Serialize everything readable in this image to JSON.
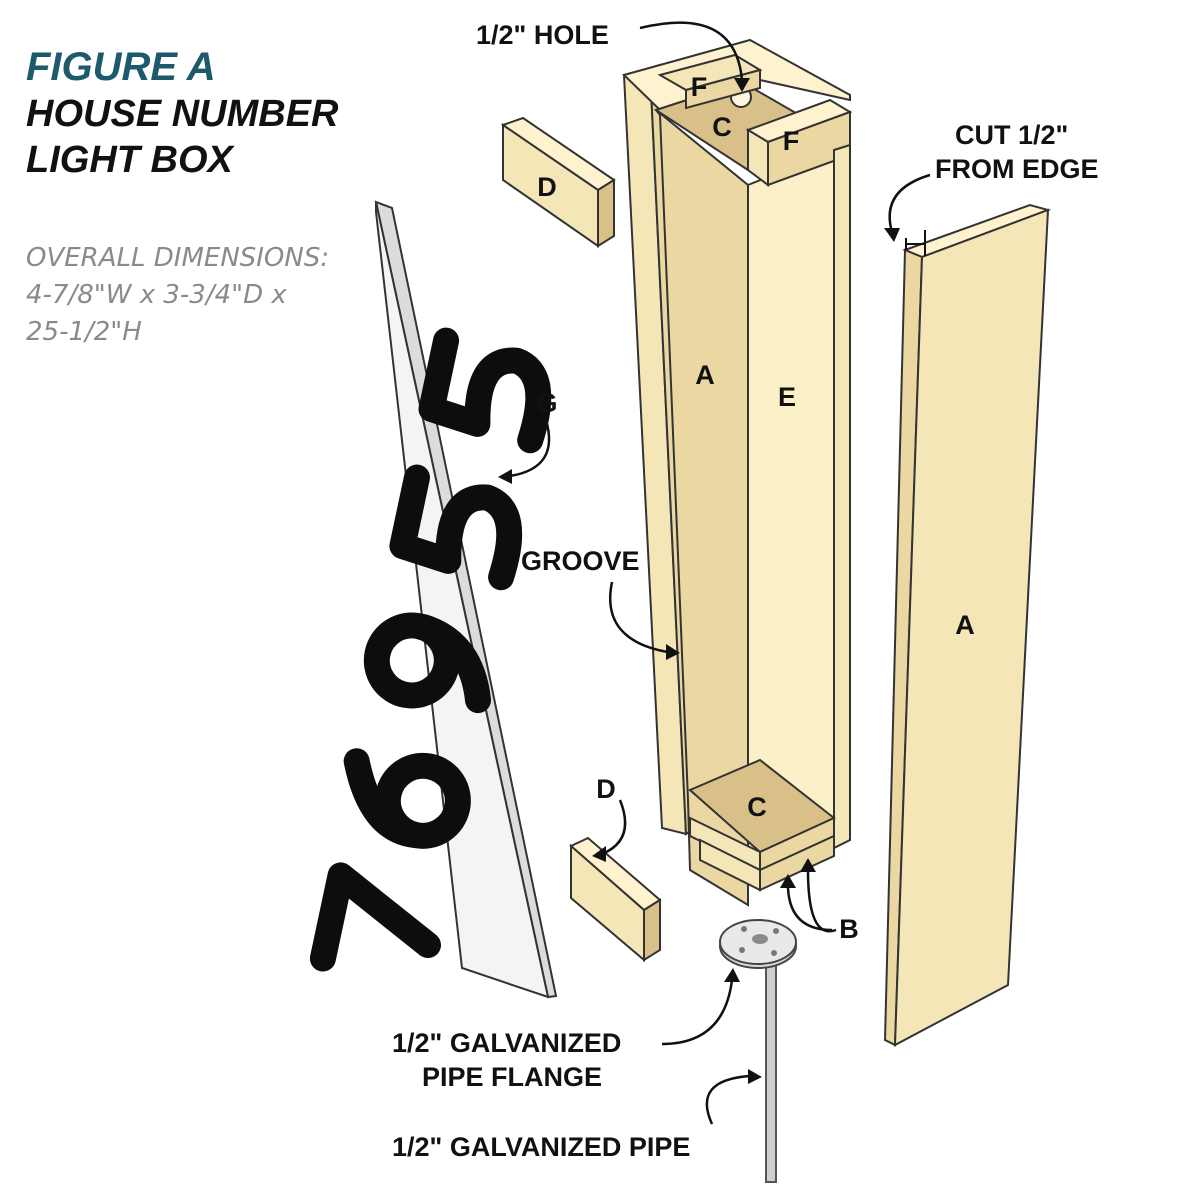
{
  "title": {
    "figure": "FIGURE A",
    "line1": "HOUSE NUMBER",
    "line2": "LIGHT BOX"
  },
  "dimensions": {
    "line1": "OVERALL DIMENSIONS:",
    "line2": "4-7/8\"W x 3-3/4\"D x",
    "line3": "25-1/2\"H"
  },
  "callouts": {
    "hole": "1/2\" HOLE",
    "cut_line1": "CUT 1/2\"",
    "cut_line2": "FROM EDGE",
    "groove": "GROOVE",
    "flange_line1": "1/2\" GALVANIZED",
    "flange_line2": "PIPE FLANGE",
    "pipe": "1/2\" GALVANIZED PIPE"
  },
  "parts": {
    "f_top_left": "F",
    "f_top_right": "F",
    "c_top": "C",
    "c_bottom": "C",
    "d_top": "D",
    "d_bottom": "D",
    "a_left": "A",
    "a_right": "A",
    "e": "E",
    "g": "G",
    "b": "B"
  },
  "colors": {
    "title_accent": "#1d5a6b",
    "wood_light": "#f5e6b8",
    "wood_mid": "#ead7a2",
    "wood_dark": "#d9c089",
    "digits": "#0d0d0d",
    "acrylic": "#f2f2f2",
    "pipe": "#cfcfcf"
  }
}
